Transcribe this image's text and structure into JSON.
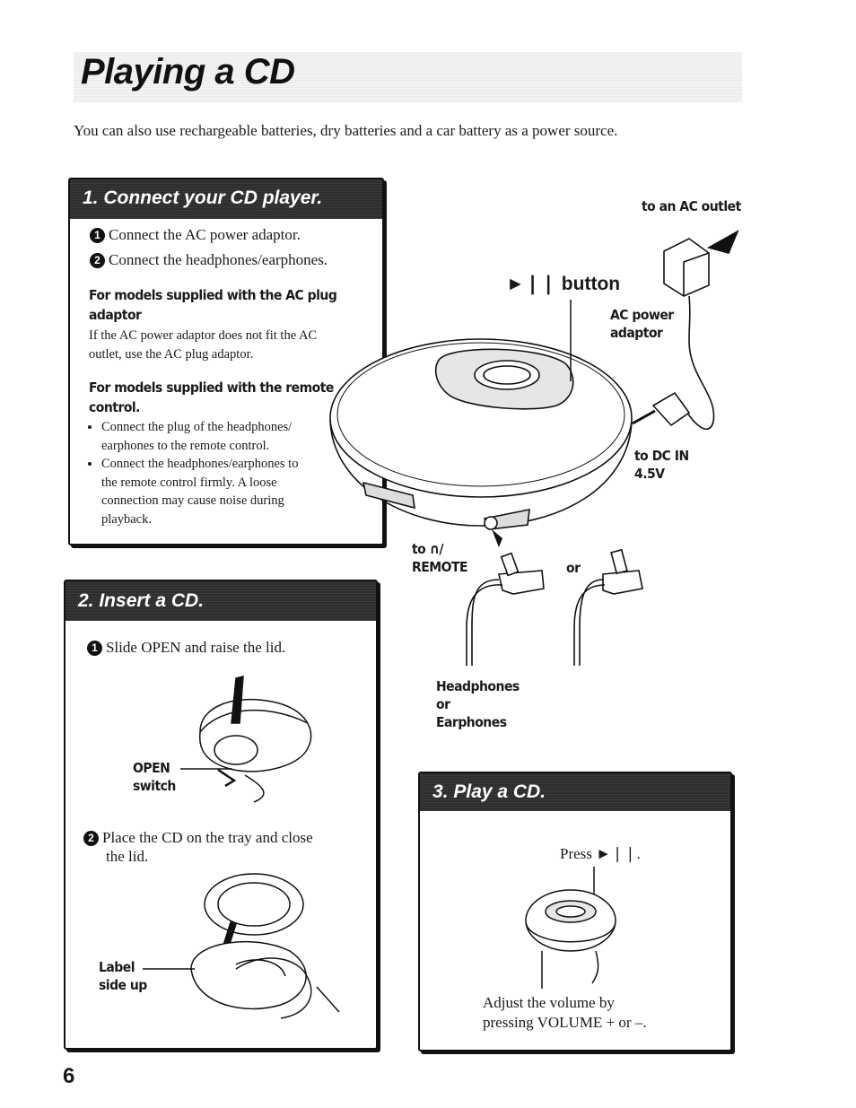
{
  "page": {
    "title": "Playing a CD",
    "intro": "You can also use rechargeable batteries, dry batteries and a car battery as a power source.",
    "page_number": "6"
  },
  "section1": {
    "heading": "1. Connect your CD player.",
    "steps": [
      {
        "num": "1",
        "text": "Connect the AC power adaptor."
      },
      {
        "num": "2",
        "text": "Connect the headphones/earphones."
      }
    ],
    "note1": {
      "heading_line1": "For models supplied with the AC plug",
      "heading_line2": "adaptor",
      "body_line1": "If the AC power adaptor does not fit the AC",
      "body_line2": "outlet, use the AC plug adaptor."
    },
    "note2": {
      "heading_line1": "For models supplied with the remote",
      "heading_line2": "control.",
      "bullets": [
        {
          "line1": "Connect the plug of the headphones/",
          "line2": "earphones to the remote control."
        },
        {
          "line1": "Connect the headphones/earphones to",
          "line2": "the remote control firmly.  A loose",
          "line3": "connection may cause noise during",
          "line4": "playback."
        }
      ]
    }
  },
  "diagram": {
    "to_ac_outlet": "to an AC outlet",
    "play_button": "►❘❘ button",
    "ac_power": "AC power",
    "adaptor": "adaptor",
    "to_dc_in": "to DC IN",
    "dc_voltage": "4.5V",
    "to_remote_line1": "to ∩/",
    "to_remote_line2": "REMOTE",
    "or": "or",
    "headphones": "Headphones",
    "or2": "or",
    "earphones": "Earphones"
  },
  "section2": {
    "heading": "2. Insert a CD.",
    "step1": {
      "num": "1",
      "text": "Slide OPEN and raise the lid."
    },
    "open_label_line1": "OPEN",
    "open_label_line2": "switch",
    "step2": {
      "num": "2",
      "text_line1": "Place the CD on the tray and close",
      "text_line2": "the lid."
    },
    "label_line1": "Label",
    "label_line2": "side up"
  },
  "section3": {
    "heading": "3. Play a CD.",
    "press": "Press ►❘❘.",
    "adjust_line1": "Adjust the volume by",
    "adjust_line2": "pressing VOLUME + or –."
  }
}
